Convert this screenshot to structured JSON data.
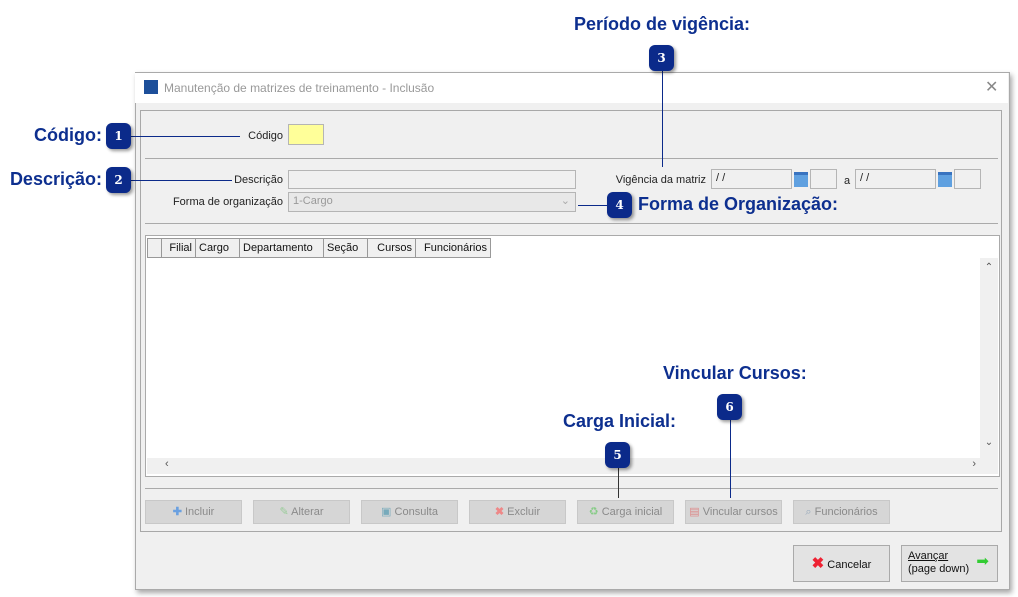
{
  "window": {
    "title": "Manutenção de matrizes de treinamento - Inclusão",
    "close": "✕"
  },
  "form": {
    "codigo_label": "Código",
    "codigo_value": "",
    "descricao_label": "Descrição",
    "descricao_value": "",
    "forma_label": "Forma de organização",
    "forma_value": "1-Cargo",
    "vigencia_label": "Vigência da matriz",
    "vigencia_from": " /  /",
    "vigencia_to": " /  /",
    "a_label": "a"
  },
  "grid": {
    "columns": [
      "",
      "Filial",
      "Cargo",
      "Departamento",
      "Seção",
      "Cursos",
      "Funcionários"
    ]
  },
  "buttons": {
    "incluir": "Incluir",
    "alterar": "Alterar",
    "consulta": "Consulta",
    "excluir": "Excluir",
    "carga": "Carga inicial",
    "vincular": "Vincular cursos",
    "funcionarios": "Funcionários",
    "cancelar": "Cancelar",
    "avancar": "Avançar",
    "avancar_sub": "(page down)"
  },
  "annotations": [
    {
      "n": "1",
      "label": "Código:"
    },
    {
      "n": "2",
      "label": "Descrição:"
    },
    {
      "n": "3",
      "label": "Período de vigência:"
    },
    {
      "n": "4",
      "label": "Forma de Organização:"
    },
    {
      "n": "5",
      "label": "Carga Inicial:"
    },
    {
      "n": "6",
      "label": "Vincular Cursos:"
    }
  ],
  "colors": {
    "accent": "#0b2a8a",
    "codigo_bg": "#ffff99"
  }
}
